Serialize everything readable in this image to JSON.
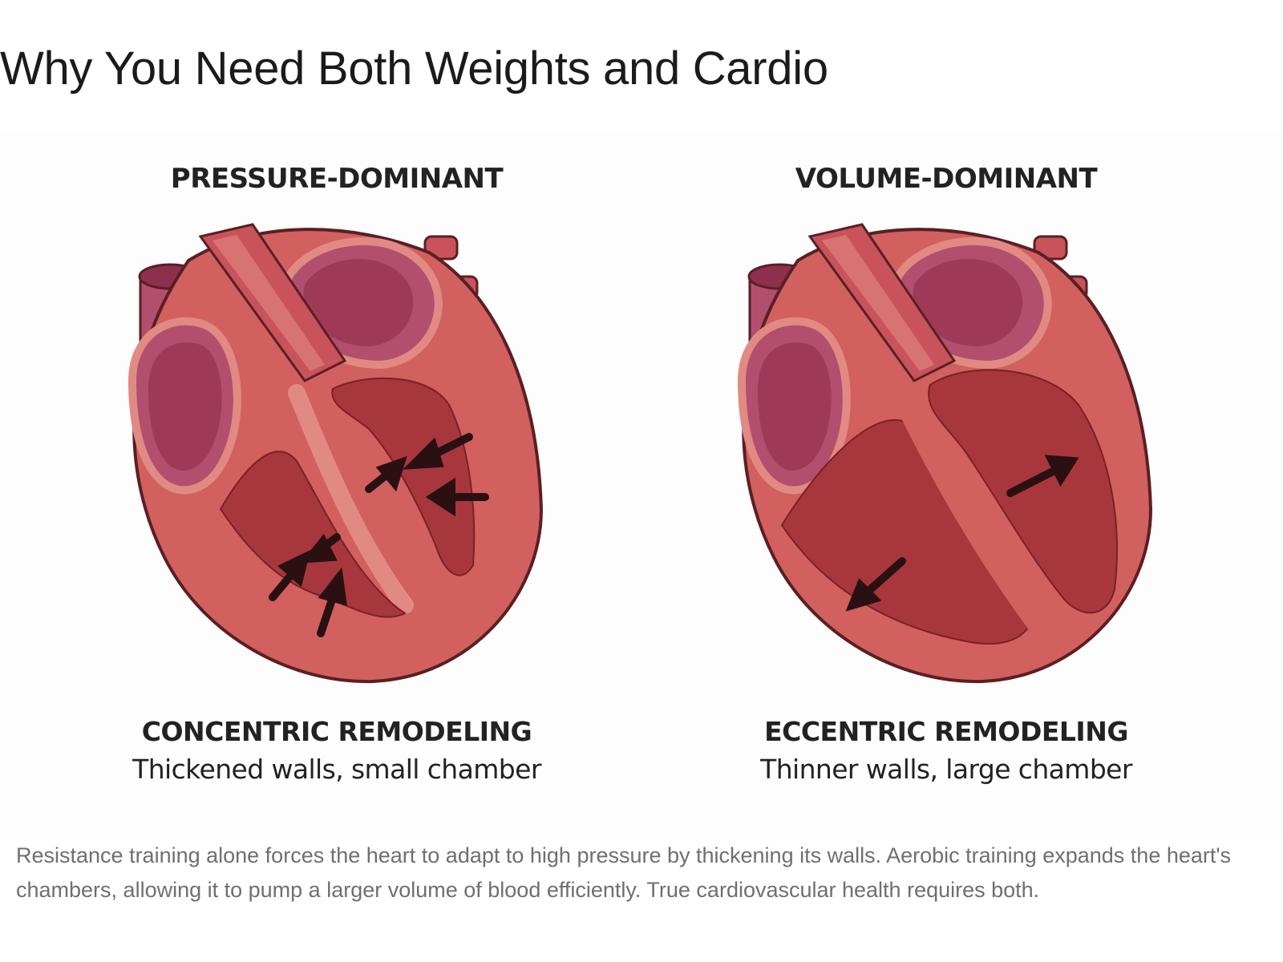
{
  "page": {
    "title": "Why You Need Both Weights and Cardio",
    "caption": "Resistance training alone forces the heart to adapt to high pressure by thickening its walls. Aerobic training expands the heart's chambers, allowing it to pump a larger volume of blood efficiently. True cardiovascular health requires both."
  },
  "panels": [
    {
      "heading": "PRESSURE-DOMINANT",
      "remodeling": "CONCENTRIC REMODELING",
      "description": "Thickened walls, small chamber",
      "arrow_direction": "inward"
    },
    {
      "heading": "VOLUME-DOMINANT",
      "remodeling": "ECCENTRIC REMODELING",
      "description": "Thinner walls, large chamber",
      "arrow_direction": "outward"
    }
  ],
  "colors": {
    "outline": "#5a1f24",
    "myocardium": "#d2605f",
    "myocardium_light": "#e18a83",
    "chamber": "#a7373c",
    "vessel": "#c9535a",
    "atrium": "#b24f6e",
    "atrium_inner": "#8e2f4e",
    "arrow": "#2a1013"
  }
}
